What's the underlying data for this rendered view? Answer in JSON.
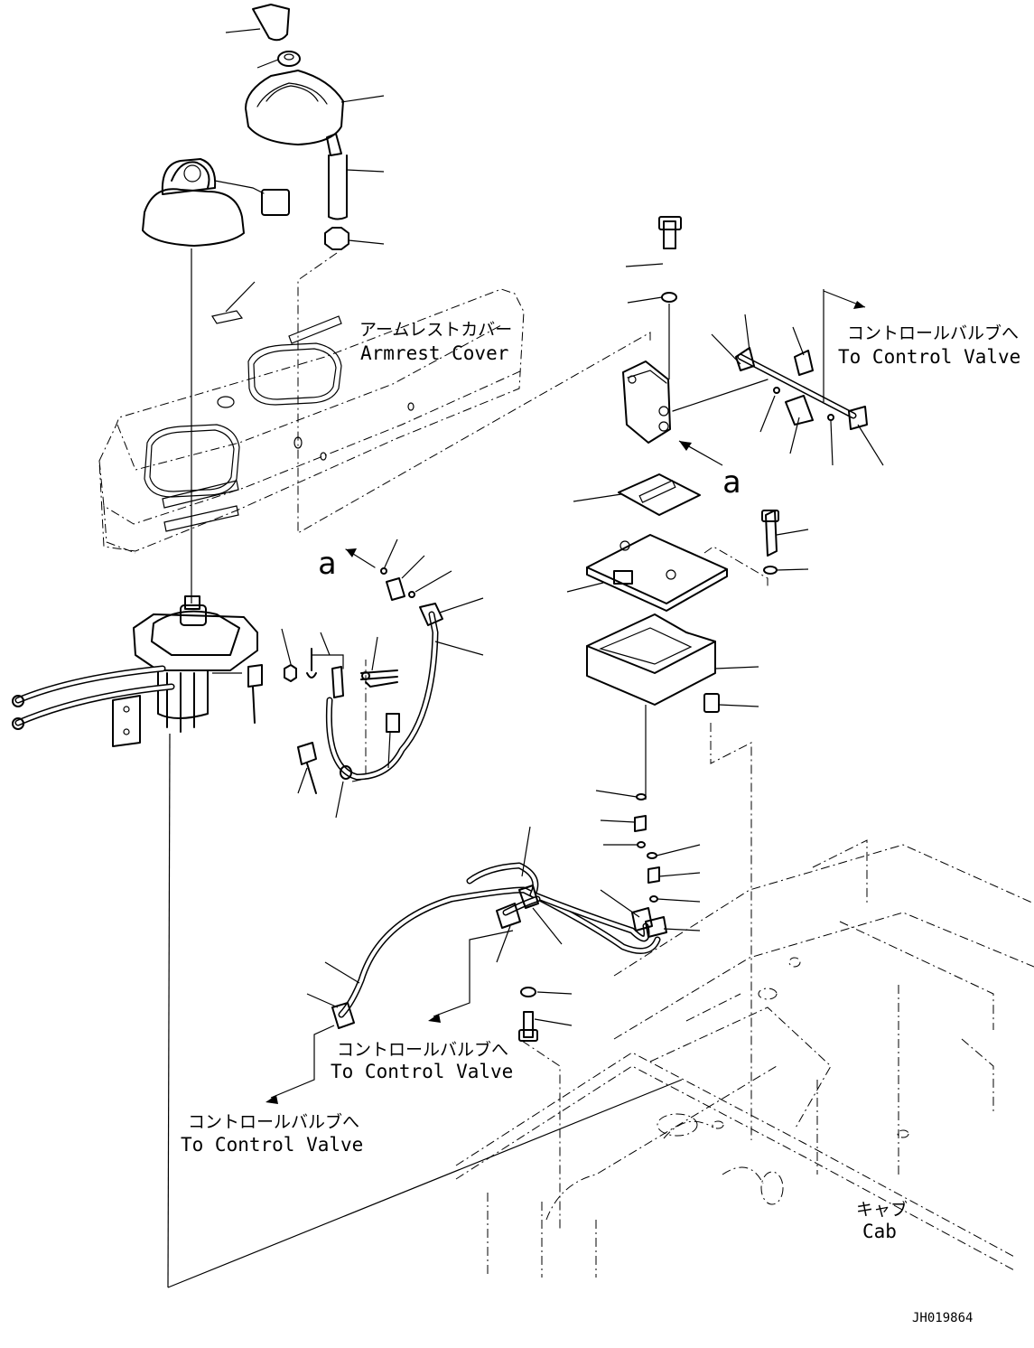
{
  "diagram": {
    "drawing_number": "JH019864",
    "labels": {
      "armrest_cover_jp": "アームレストカバー",
      "armrest_cover_en": "Armrest Cover",
      "control_valve_jp": "コントロールバルブへ",
      "control_valve_en": "To Control Valve",
      "cab_jp": "キャブ",
      "cab_en": "Cab",
      "view_marker": "a"
    },
    "line_color": "#000000",
    "background_color": "#ffffff"
  }
}
